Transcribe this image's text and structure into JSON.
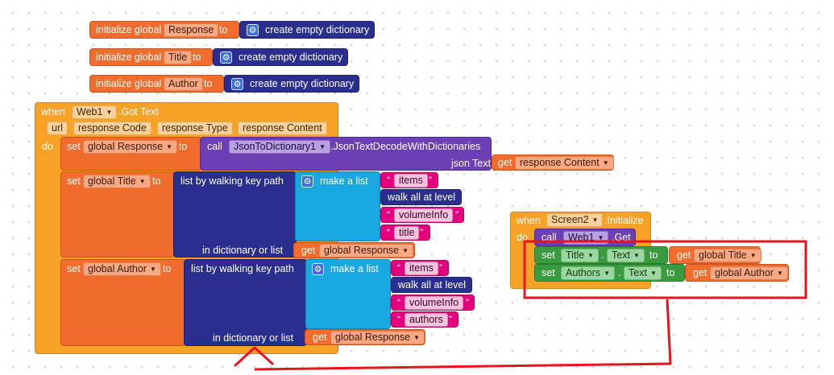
{
  "globals": {
    "init_label": "initialize global",
    "to": "to",
    "create_dict": "create empty dictionary",
    "var_response": "Response",
    "var_title": "Title",
    "var_author": "Author"
  },
  "web_event": {
    "when": "when",
    "component": "Web1",
    "event": ".Got Text",
    "params": [
      "url",
      "response Code",
      "response Type",
      "response Content"
    ],
    "do": "do"
  },
  "stmt": {
    "set": "set",
    "to": "to",
    "global_response": "global Response",
    "global_title": "global Title",
    "global_author": "global Author",
    "call": "call",
    "json_component": "JsonToDictionary1",
    "json_method": ".JsonTextDecodeWithDictionaries",
    "json_text": "json Text",
    "get": "get",
    "response_content": "response Content",
    "walk_path": "list by walking key path",
    "make_list": "make a list",
    "walk_all": "walk all at level",
    "in_dict": "in dictionary or list",
    "str_items": "items",
    "str_volume": "volumeInfo",
    "str_title": "title",
    "str_authors": "authors"
  },
  "screen_event": {
    "when": "when",
    "component": "Screen2",
    "event": ".Initialize",
    "do": "do",
    "call": "call",
    "web": "Web1",
    "get_method": ".Get",
    "set": "set",
    "title_comp": "Title",
    "authors_comp": "Authors",
    "dot": ".",
    "text_prop": "Text",
    "to": "to",
    "get": "get",
    "global_title": "global Title",
    "global_author": "global Author"
  },
  "colors": {
    "variable": "#f26d2d",
    "event": "#f6a227",
    "list": "#2a2f8f",
    "make_list": "#1aa8e1",
    "text": "#e5007e",
    "component_method": "#6c3fb4",
    "component_setter": "#3a9a3f",
    "annotation": "#e8141c"
  },
  "icons": [
    "gear-icon",
    "dropdown-arrow-icon"
  ]
}
